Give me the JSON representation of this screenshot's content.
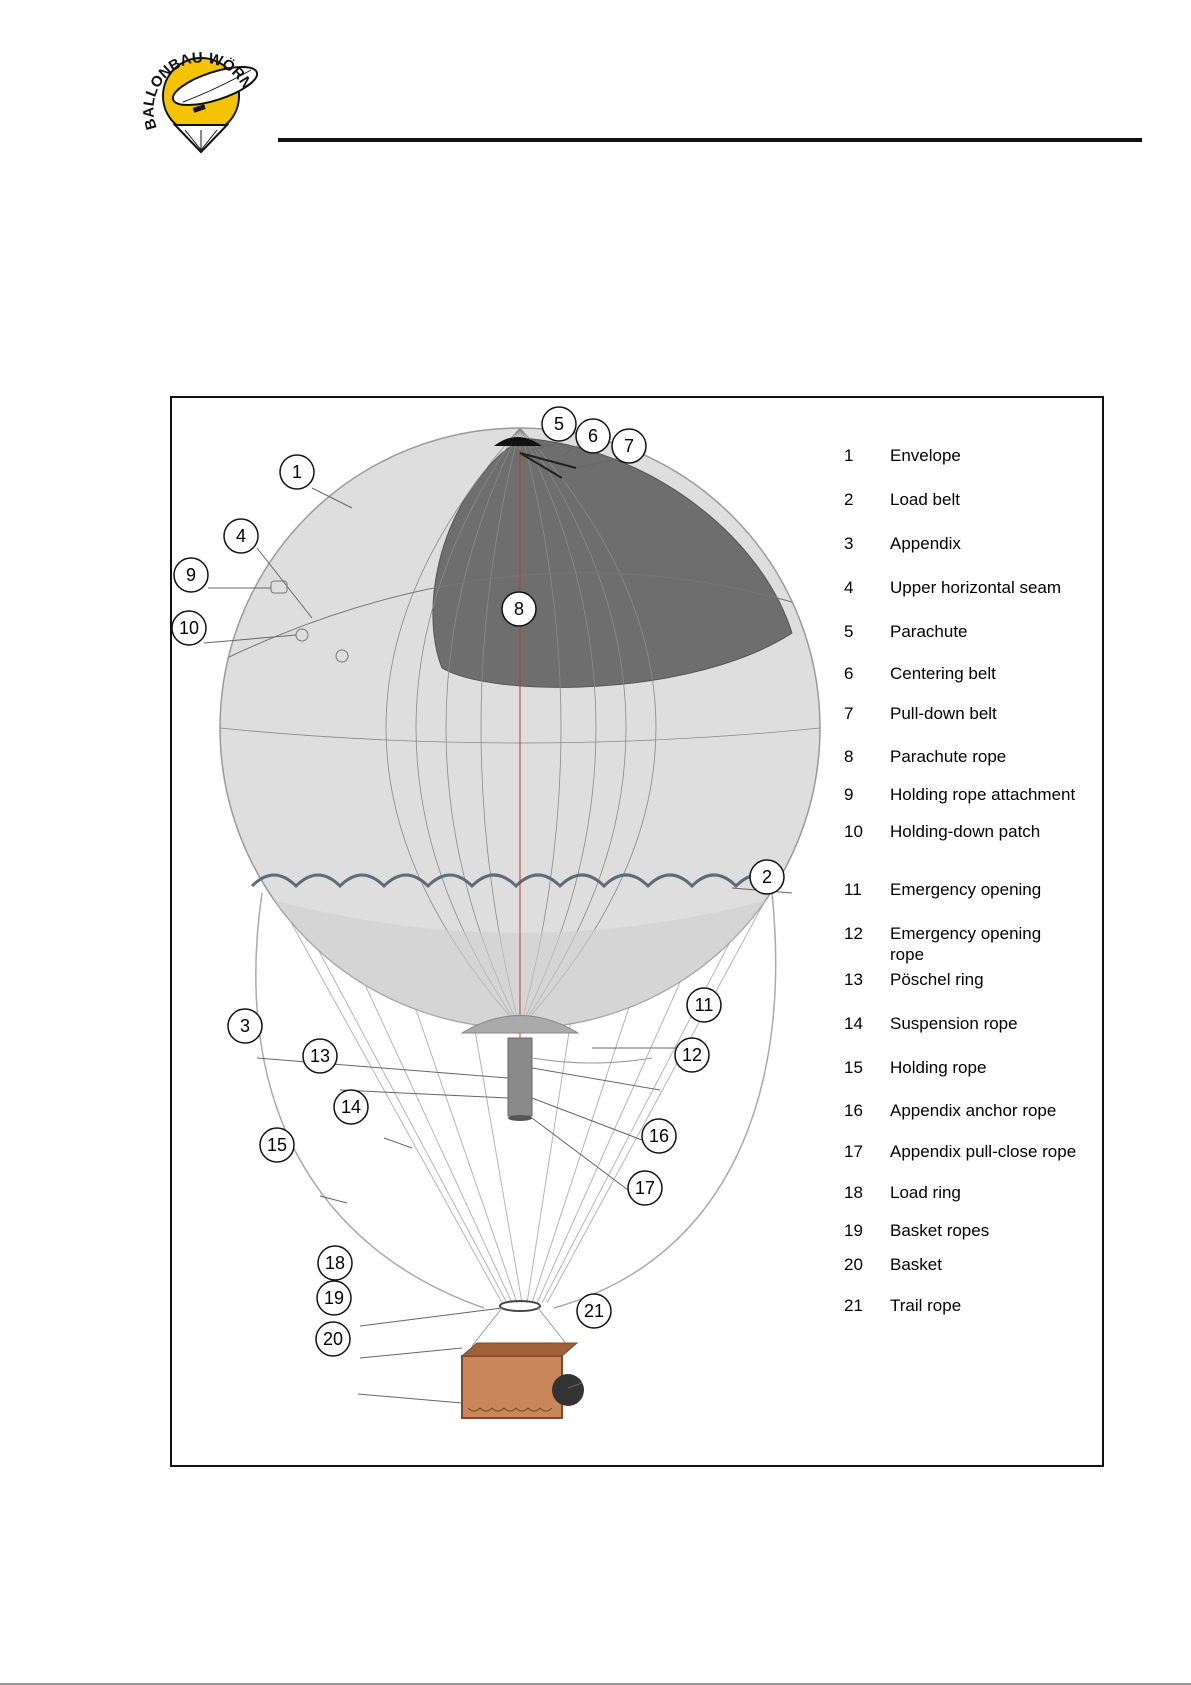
{
  "logo": {
    "text": "BALLONBAU WÖRNER"
  },
  "legend": [
    {
      "number": "1",
      "label": "Envelope"
    },
    {
      "number": "2",
      "label": "Load belt"
    },
    {
      "number": "3",
      "label": "Appendix"
    },
    {
      "number": "4",
      "label": "Upper horizontal seam"
    },
    {
      "number": "5",
      "label": "Parachute"
    },
    {
      "number": "6",
      "label": "Centering belt"
    },
    {
      "number": "7",
      "label": "Pull-down belt"
    },
    {
      "number": "8",
      "label": "Parachute rope"
    },
    {
      "number": "9",
      "label": "Holding rope attachment"
    },
    {
      "number": "10",
      "label": "Holding-down patch"
    },
    {
      "number": "11",
      "label": "Emergency opening"
    },
    {
      "number": "12",
      "label": "Emergency opening rope"
    },
    {
      "number": "13",
      "label": "Pöschel ring"
    },
    {
      "number": "14",
      "label": "Suspension rope"
    },
    {
      "number": "15",
      "label": "Holding rope"
    },
    {
      "number": "16",
      "label": "Appendix anchor rope"
    },
    {
      "number": "17",
      "label": "Appendix pull-close rope"
    },
    {
      "number": "18",
      "label": "Load ring"
    },
    {
      "number": "19",
      "label": "Basket ropes"
    },
    {
      "number": "20",
      "label": "Basket"
    },
    {
      "number": "21",
      "label": "Trail rope"
    }
  ],
  "callouts": [
    "1",
    "2",
    "3",
    "4",
    "5",
    "6",
    "7",
    "8",
    "9",
    "10",
    "11",
    "12",
    "13",
    "14",
    "15",
    "16",
    "17",
    "18",
    "19",
    "20",
    "21"
  ],
  "colors": {
    "envelope": "#dedede",
    "parachute": "#6e6e6e",
    "load_belt": "#5f6b7a",
    "logo_yellow": "#f5c400",
    "basket": "#c9865a"
  }
}
